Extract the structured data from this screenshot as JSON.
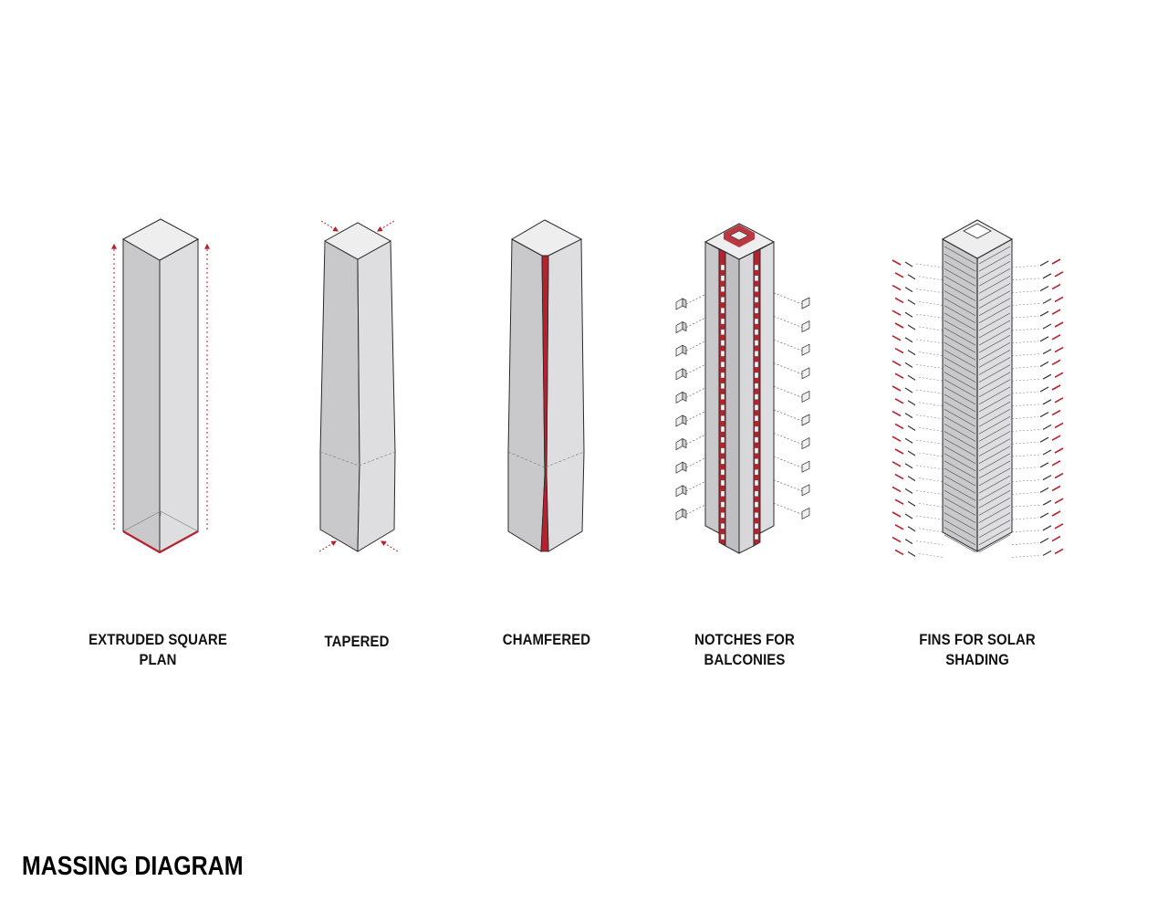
{
  "title": "MASSING DIAGRAM",
  "steps": [
    {
      "label_lines": [
        "EXTRUDED SQUARE PLAN"
      ]
    },
    {
      "label_lines": [
        "TAPERED"
      ]
    },
    {
      "label_lines": [
        "CHAMFERED"
      ]
    },
    {
      "label_lines": [
        "NOTCHES FOR BALCONIES"
      ]
    },
    {
      "label_lines": [
        "FINS FOR SOLAR",
        "SHADING"
      ]
    }
  ],
  "colors": {
    "accent_red": "#b5222e",
    "face_left": "#c9c9cb",
    "face_right": "#dedee0",
    "face_top": "#eeeeef",
    "edge": "#2a2a2a"
  }
}
